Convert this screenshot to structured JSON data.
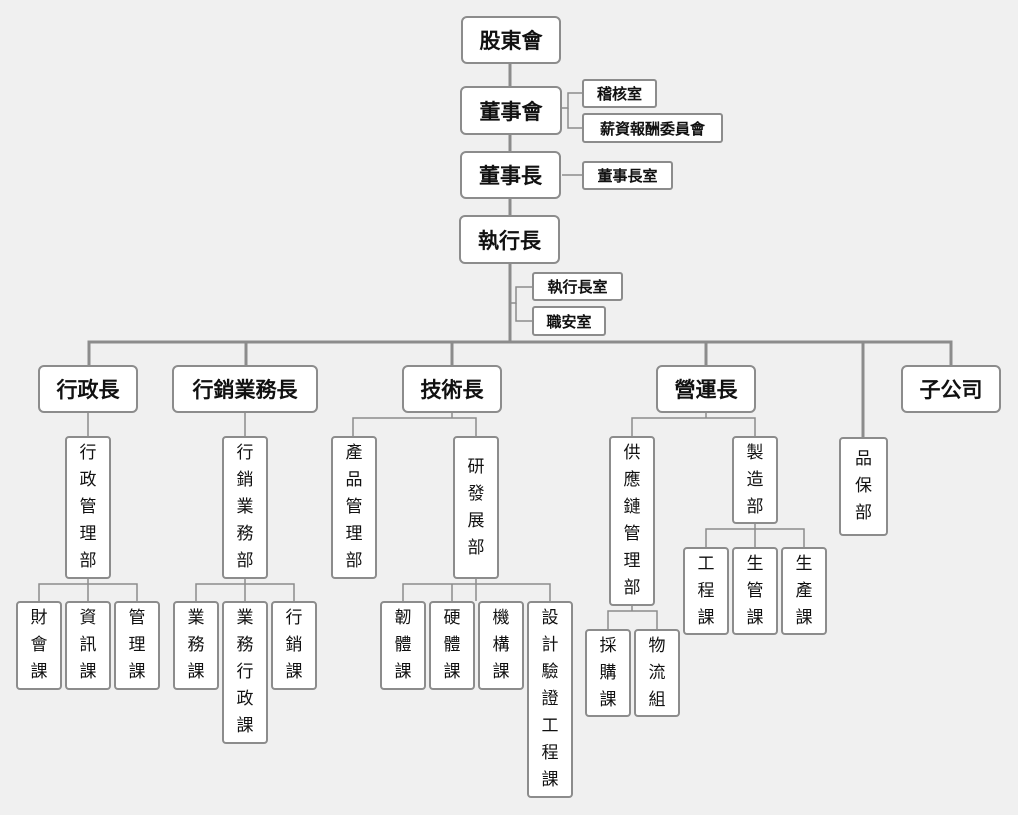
{
  "nodes": {
    "shareholders": "股東會",
    "board": "董事會",
    "audit": "稽核室",
    "compensation": "薪資報酬委員會",
    "chairman": "董事長",
    "chairman_office": "董事長室",
    "ceo": "執行長",
    "ceo_office": "執行長室",
    "safety_office": "職安室",
    "admin_chief": "行政長",
    "marketing_chief": "行銷業務長",
    "tech_chief": "技術長",
    "ops_chief": "營運長",
    "subsidiary": "子公司",
    "admin_dept": "行政管理部",
    "finance": "財會課",
    "it": "資訊課",
    "management": "管理課",
    "marketing_dept": "行銷業務部",
    "sales": "業務課",
    "sales_admin": "業務行政課",
    "marketing": "行銷課",
    "product_dept": "產品管理部",
    "rd_dept": "研發展部",
    "firmware": "韌體課",
    "hardware": "硬體課",
    "mechanism": "機構課",
    "design_verification": "設計驗證工程課",
    "supply_chain_dept": "供應鏈管理部",
    "procurement": "採購課",
    "logistics": "物流組",
    "manufacturing_dept": "製造部",
    "engineering": "工程課",
    "production_control": "生管課",
    "production": "生產課",
    "qa_dept": "品保部"
  },
  "colors": {
    "background": "#f0f0f0",
    "box_fill": "#ffffff",
    "box_border": "#8c8c8c",
    "connector": "#8c8c8c",
    "text": "#111111"
  }
}
